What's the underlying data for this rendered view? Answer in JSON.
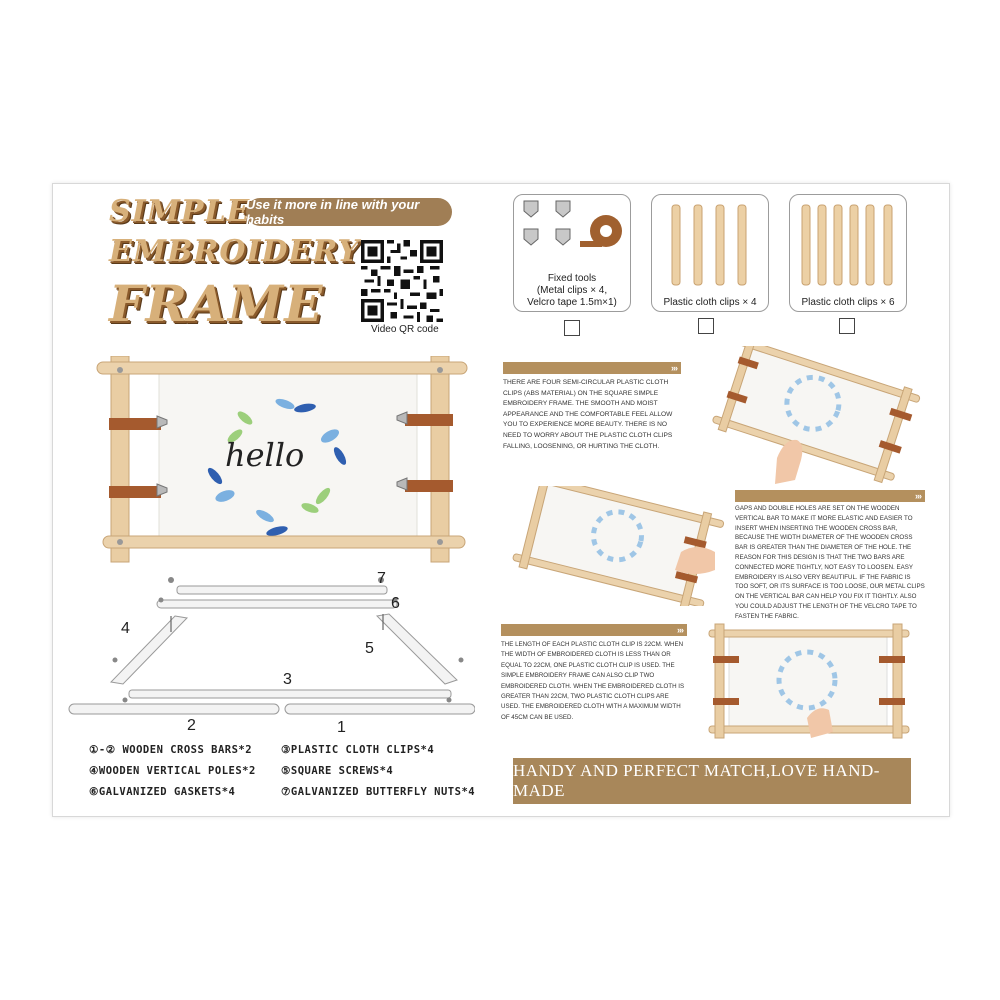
{
  "title": {
    "line1": "SIMPLE",
    "line2": "EMBROIDERY",
    "line3": "FRAME"
  },
  "tagline": "Use it more in line with your habits",
  "qr_caption": "Video QR code",
  "embroidery_text": "hello",
  "parts_numbers": [
    "7",
    "6",
    "4",
    "5",
    "3",
    "2",
    "1"
  ],
  "legend": [
    "①-② WOODEN CROSS BARS*2",
    "③PLASTIC CLOTH CLIPS*4",
    "④WOODEN VERTICAL POLES*2",
    "⑤SQUARE SCREWS*4",
    "⑥GALVANIZED GASKETS*4",
    "⑦GALVANIZED BUTTERFLY NUTS*4"
  ],
  "options": [
    {
      "caption_l1": "Fixed tools",
      "caption_l2": "(Metal clips × 4,",
      "caption_l3": "Velcro tape 1.5m×1)"
    },
    {
      "caption": "Plastic cloth clips × 4"
    },
    {
      "caption": "Plastic cloth clips × 6"
    }
  ],
  "paragraphs": [
    "THERE ARE FOUR SEMI-CIRCULAR PLASTIC CLOTH CLIPS (ABS MATERIAL) ON THE SQUARE SIMPLE EMBROIDERY FRAME. THE SMOOTH AND MOIST APPEARANCE AND THE COMFORTABLE FEEL ALLOW YOU TO EXPERIENCE MORE BEAUTY. THERE IS NO NEED TO WORRY ABOUT THE PLASTIC CLOTH CLIPS FALLING, LOOSENING, OR HURTING THE CLOTH.",
    "GAPS AND DOUBLE HOLES ARE SET ON THE WOODEN VERTICAL BAR TO MAKE IT MORE ELASTIC AND EASIER TO INSERT WHEN INSERTING THE WOODEN CROSS BAR, BECAUSE THE WIDTH DIAMETER OF THE WOODEN CROSS BAR IS GREATER THAN THE DIAMETER OF THE HOLE. THE REASON FOR THIS DESIGN IS THAT THE TWO BARS ARE CONNECTED MORE TIGHTLY, NOT EASY TO LOOSEN. EASY EMBROIDERY IS ALSO VERY BEAUTIFUL. IF THE FABRIC IS TOO SOFT, OR ITS SURFACE IS TOO LOOSE, OUR METAL CLIPS ON THE VERTICAL BAR CAN HELP YOU FIX IT TIGHTLY. ALSO YOU COULD ADJUST THE LENGTH OF THE VELCRO TAPE TO FASTEN THE FABRIC.",
    "THE LENGTH OF EACH PLASTIC CLOTH CLIP IS 22CM. WHEN THE WIDTH OF EMBROIDERED CLOTH IS LESS THAN OR EQUAL TO 22CM, ONE PLASTIC CLOTH CLIP IS USED. THE SIMPLE EMBROIDERY FRAME CAN ALSO CLIP TWO EMBROIDERED CLOTH. WHEN THE EMBROIDERED CLOTH IS GREATER THAN 22CM, TWO PLASTIC CLOTH CLIPS ARE USED. THE EMBROIDERED CLOTH WITH A MAXIMUM WIDTH OF 45CM CAN BE USED."
  ],
  "section_arrows": "›››",
  "banner": "HANDY AND PERFECT MATCH,LOVE HAND-MADE",
  "colors": {
    "gold": "#b4905e",
    "banner": "#a8875a",
    "wood": "#e8c9a0",
    "leather": "#a55a2e"
  }
}
